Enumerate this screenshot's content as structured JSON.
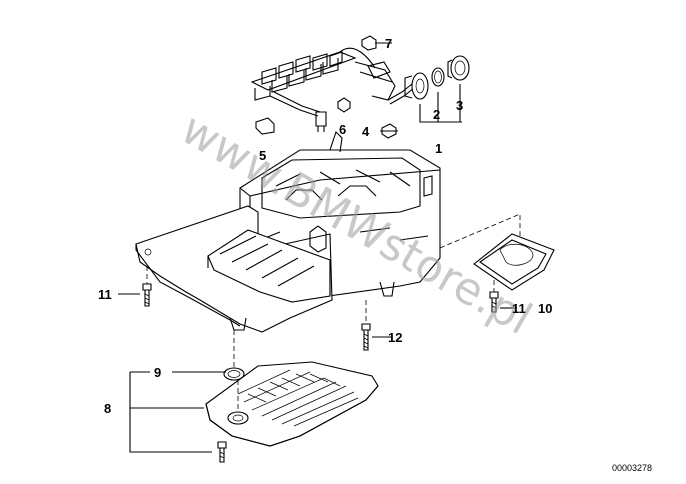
{
  "diagram": {
    "watermark": "www.BMWstore.pl",
    "reference_code": "00003278",
    "part_labels": [
      {
        "id": "part-label-1",
        "text": "1"
      },
      {
        "id": "part-label-2",
        "text": "2"
      },
      {
        "id": "part-label-3",
        "text": "3"
      },
      {
        "id": "part-label-4",
        "text": "4"
      },
      {
        "id": "part-label-5",
        "text": "5"
      },
      {
        "id": "part-label-6",
        "text": "6"
      },
      {
        "id": "part-label-7",
        "text": "7"
      },
      {
        "id": "part-label-8",
        "text": "8"
      },
      {
        "id": "part-label-9",
        "text": "9"
      },
      {
        "id": "part-label-10",
        "text": "10"
      },
      {
        "id": "part-label-11-left",
        "text": "11"
      },
      {
        "id": "part-label-11-right",
        "text": "11"
      },
      {
        "id": "part-label-12",
        "text": "12"
      }
    ]
  }
}
